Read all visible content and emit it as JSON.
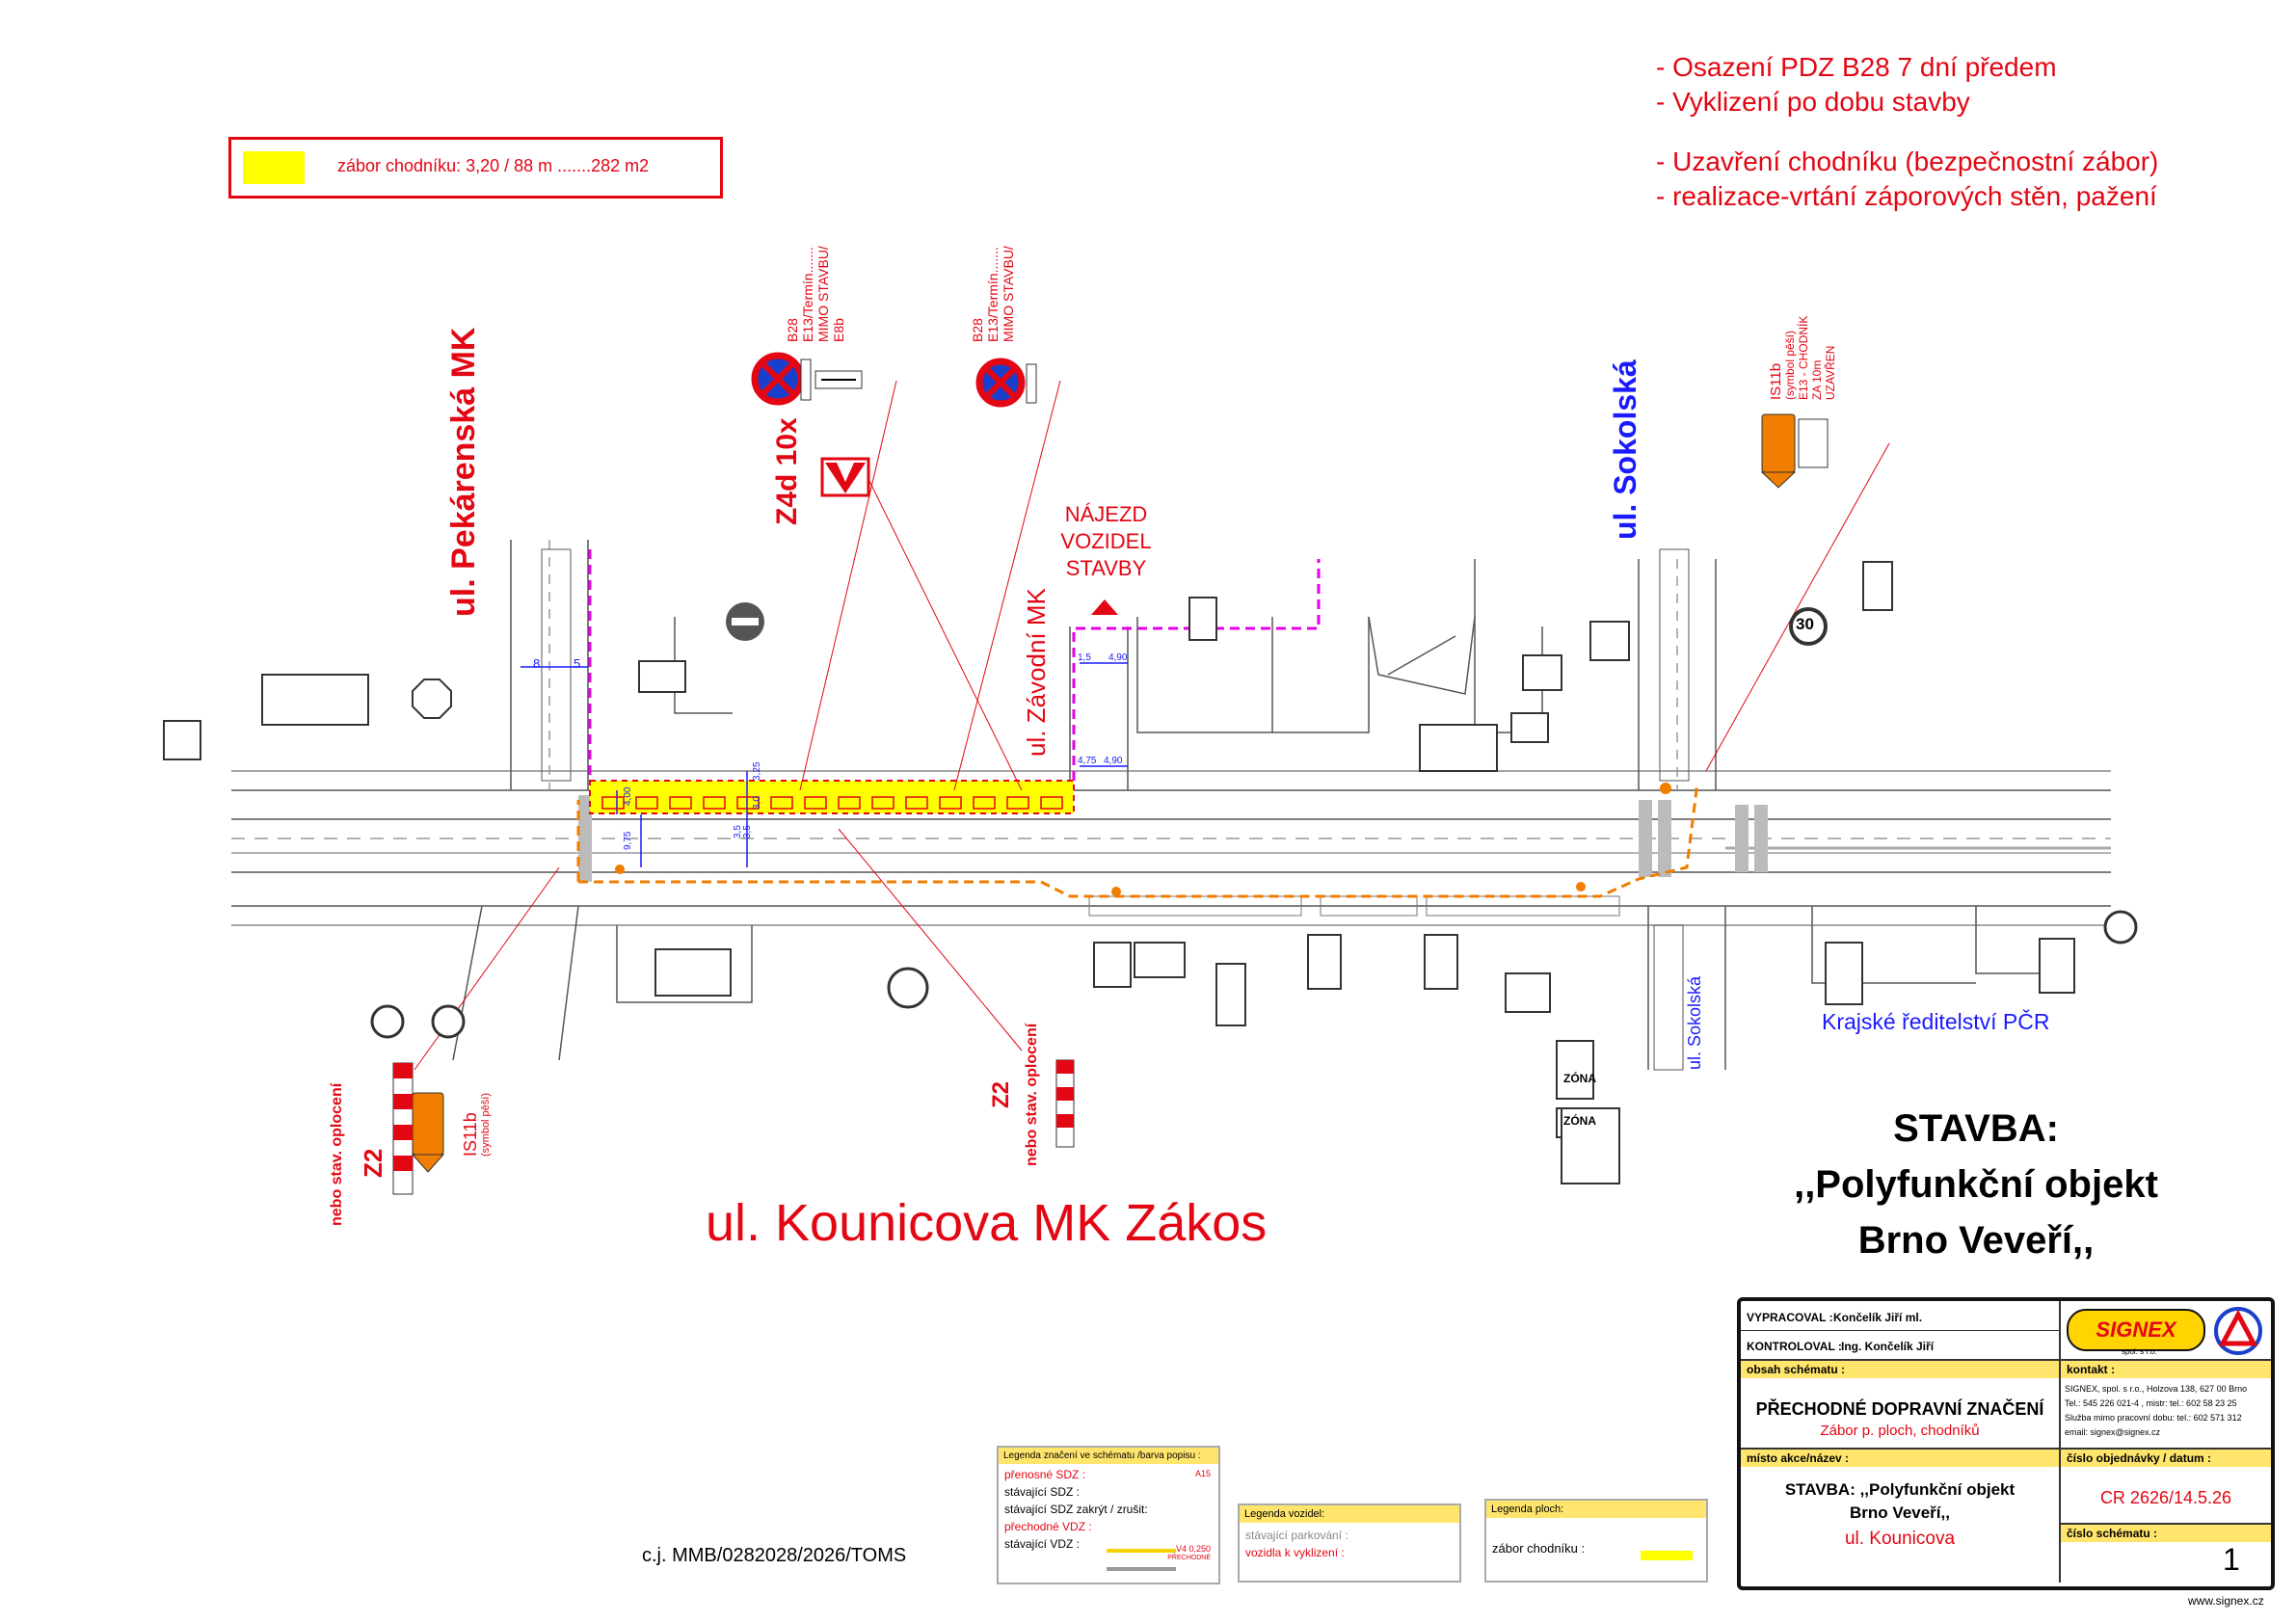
{
  "legend_top": {
    "text": "zábor chodníku: 3,20 / 88 m .......282 m2",
    "swatch_color": "#ffff00",
    "border_color": "#e30613"
  },
  "notes": [
    "- Osazení PDZ B28 7 dní předem",
    "- Vyklizení po dobu stavby",
    "- Uzavření chodníku (bezpečnostní zábor)",
    "- realizace-vrtání záporových stěn, pažení"
  ],
  "streets": {
    "pekarenska": "ul. Pekárenská MK",
    "sokolska": "ul. Sokolská",
    "sokolska_small": "ul. Sokolská",
    "zavodni": "ul. Závodní MK",
    "kounicova": "ul. Kounicova MK Zákos",
    "krajske": "Krajské ředitelství PČR"
  },
  "sign_labels": {
    "s1": [
      "B28",
      "E13/Termín.......",
      "MIMO STAVBU/",
      "E8b"
    ],
    "s2": [
      "B28",
      "E13/Termín.......",
      "MIMO STAVBU/"
    ],
    "is11b_right": [
      "IS11b",
      "(symbol pěší)",
      "E13 - CHODNÍK",
      "ZA 10m",
      "UZAVŘEN"
    ],
    "z4d": "Z4d 10x",
    "najezd": [
      "NÁJEZD",
      "VOZIDEL",
      "STAVBY"
    ],
    "z2_left": [
      "Z2",
      "nebo stav. oplocení"
    ],
    "is11b_left": [
      "IS11b",
      "(symbol pěší)"
    ],
    "z2_mid": [
      "Z2",
      "nebo stav. oplocení"
    ],
    "speed": "30",
    "zone_top": "ZÓNA",
    "zone_bottom": "ZÓNA"
  },
  "dims": [
    "8",
    "5",
    "4,00",
    "9,75",
    "3,5",
    "3,5",
    "3,0",
    "3,25",
    "1,5",
    "4,90",
    "4,75",
    "4,90"
  ],
  "stavba": {
    "line1": "STAVBA:",
    "line2": ",,Polyfunkční objekt",
    "line3": "Brno Veveří,,"
  },
  "cj": "c.j. MMB/0282028/2026/TOMS",
  "legend_sdz": {
    "title": "Legenda značení ve schématu /barva popisu :",
    "prenosne_sdz": "přenosné SDZ :",
    "stavajici_sdz": "stávající SDZ :",
    "zakryt": "stávající SDZ zakrýt / zrušit:",
    "prechodne_vdz": "přechodné VDZ :",
    "stavajici_vdz": "stávající VDZ :",
    "a15": "A15",
    "v4": "V4 0,250",
    "v4_sub": "PŘECHODNÉ"
  },
  "legend_vozidel": {
    "title": "Legenda vozidel:",
    "parkovani": "stávající parkování :",
    "vyklizeni": "vozidla k vyklizení :"
  },
  "legend_ploch": {
    "title": "Legenda ploch:",
    "zabor": "zábor chodníku :"
  },
  "title_block": {
    "vypracoval_label": "VYPRACOVAL :",
    "vypracoval": "Končelík Jiří ml.",
    "kontroloval_label": "KONTROLOVAL :",
    "kontroloval": "Ing. Končelík Jiří",
    "logo": "SIGNEX",
    "logo_sub": "spol. s r.o.",
    "obsah_label": "obsah schématu :",
    "obsah1": "PŘECHODNÉ DOPRAVNÍ ZNAČENÍ",
    "obsah2": "Zábor p. ploch, chodníků",
    "kontakt_label": "kontakt :",
    "kontakt": [
      "SIGNEX, spol. s r.o., Holzova 138, 627 00 Brno",
      "Tel.: 545 226 021-4 , mistr: tel.: 602 58 23 25",
      "Služba mimo pracovní dobu: tel.: 602 571 312",
      "email: signex@signex.cz"
    ],
    "misto_label": "místo akce/název :",
    "misto1": "STAVBA: ,,Polyfunkční objekt",
    "misto2": "Brno Veveří,,",
    "misto3": "ul. Kounicova",
    "cislo_obj_label": "číslo objednávky / datum :",
    "cislo_obj": "CR 2626/14.5.26",
    "cislo_sch_label": "číslo schématu :",
    "cislo_sch": "1",
    "web": "www.signex.cz"
  },
  "colors": {
    "red": "#e30613",
    "blue": "#1a1aff",
    "orange": "#f07d00",
    "yellow": "#ffff00",
    "magenta": "#e600e6"
  }
}
